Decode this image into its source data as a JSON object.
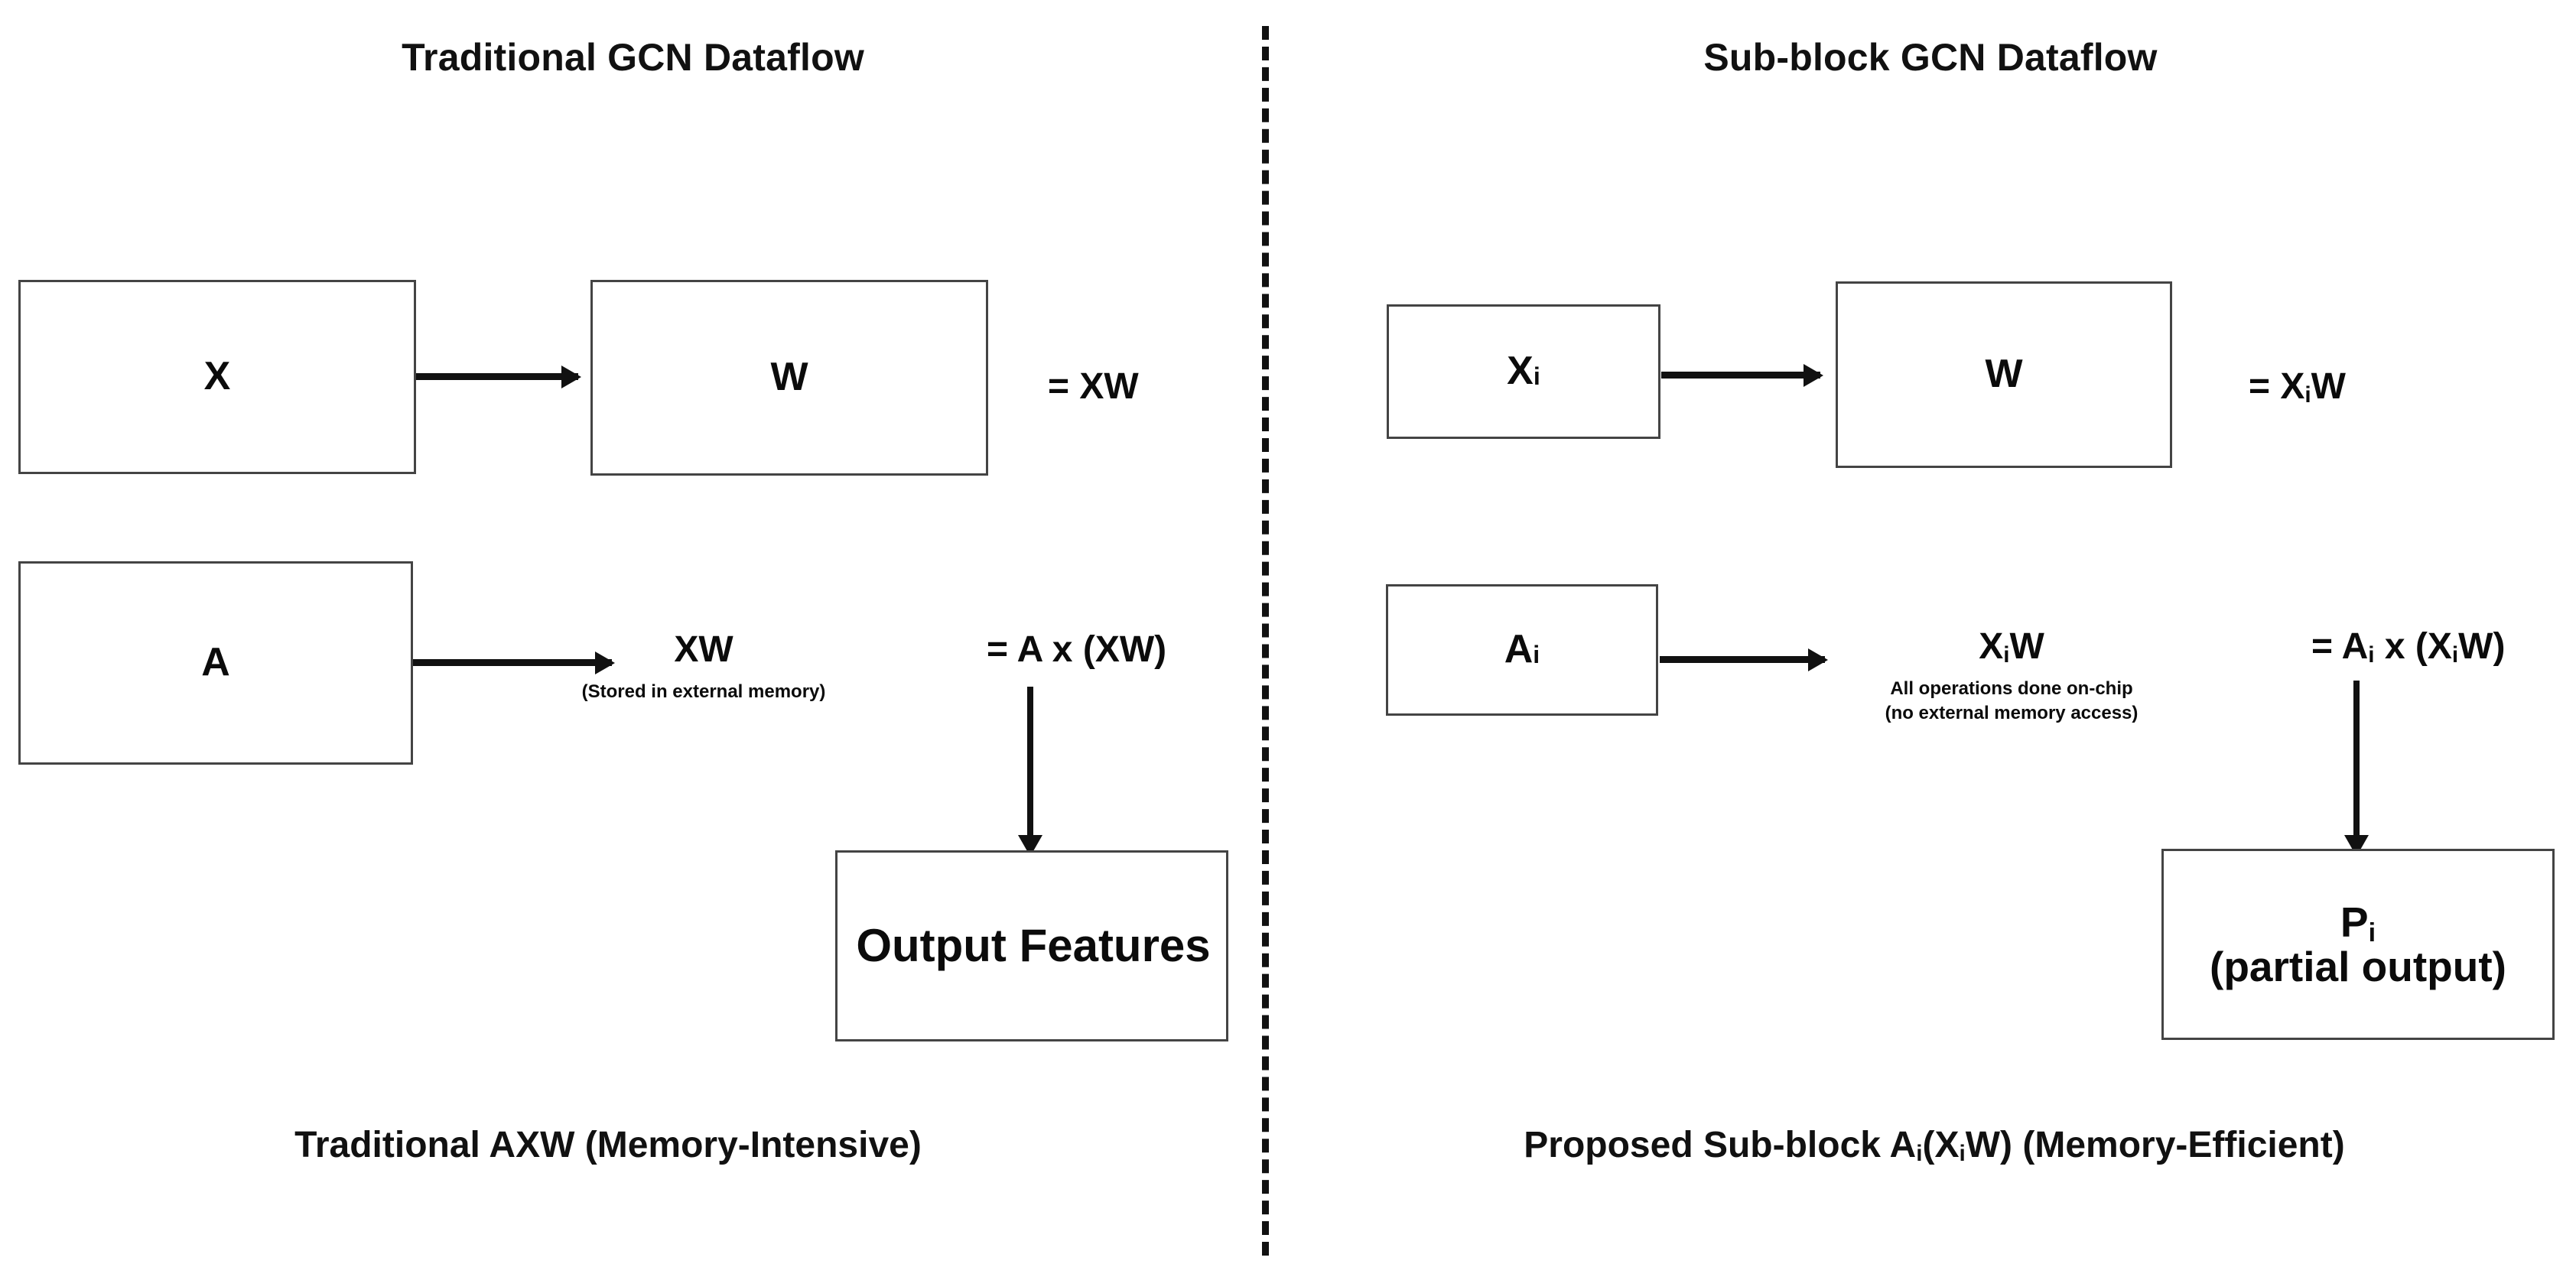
{
  "figure": {
    "divider": "vertical-dashed-separator"
  },
  "left_panel": {
    "title": "Traditional GCN Dataflow",
    "caption": "Traditional AXW (Memory-Intensive)",
    "boxes": {
      "x": "X",
      "w": "W",
      "a": "A",
      "output": "Output Features"
    },
    "results": {
      "xw": "= XW",
      "axw": "= A x (XW)"
    },
    "product": {
      "name": "XW",
      "note": "(Stored in external memory)"
    }
  },
  "right_panel": {
    "title": "Sub-block GCN Dataflow",
    "caption_html": "Proposed Sub-block A<sub>i</sub>(X<sub>i</sub>W) (Memory-Efficient)",
    "caption": "Proposed Sub-block Ai(XiW) (Memory-Efficient)",
    "boxes": {
      "xi_html": "X<sub>i</sub>",
      "xi": "Xi",
      "w": "W",
      "ai_html": "A<sub>i</sub>",
      "ai": "Ai",
      "pi_line1_html": "P<sub>i</sub>",
      "pi_line1": "Pi",
      "pi_line2": "(partial output)"
    },
    "results": {
      "xiw_html": "= X<sub>i</sub>W",
      "xiw": "= XiW",
      "aixiw_html": "= A<sub>i</sub> x (X<sub>i</sub>W)",
      "aixiw": "= Ai x (XiW)"
    },
    "product": {
      "name_html": "X<sub>i</sub>W",
      "name": "XiW",
      "note_line1": "All operations done on-chip",
      "note_line2": "(no external memory access)"
    }
  },
  "colors": {
    "background": "#ffffff",
    "text": "#111111",
    "box_border": "#444444",
    "arrow": "#111111",
    "divider": "#111111"
  }
}
